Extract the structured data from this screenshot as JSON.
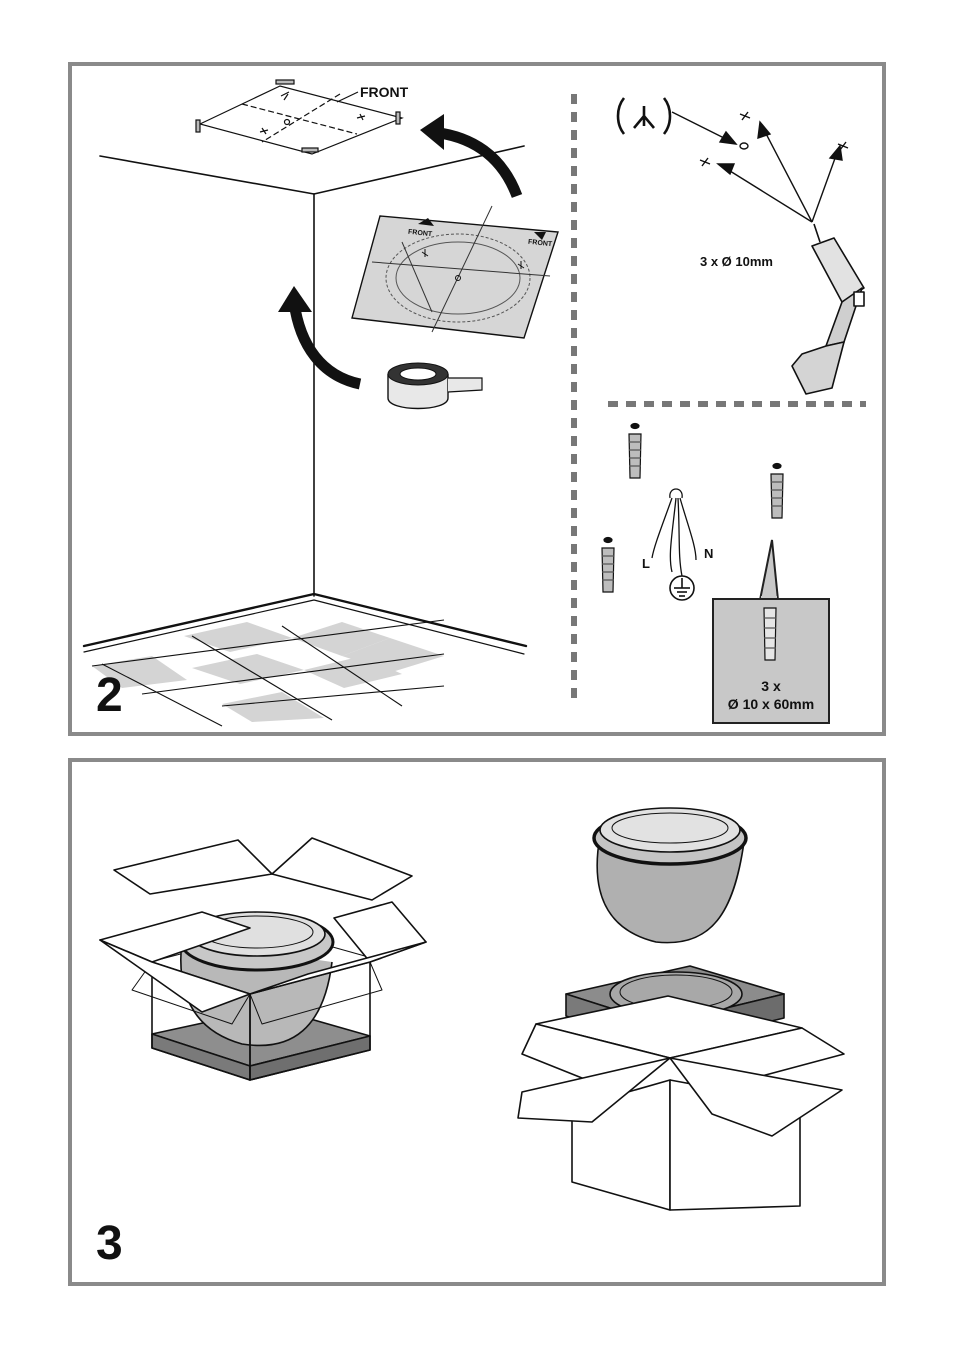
{
  "page": {
    "panels": [
      {
        "id": "panel-2",
        "step_number": "2",
        "labels": {
          "front": "FRONT",
          "template_front_left": "FRONT",
          "template_front_right": "FRONT",
          "drill_spec": "3 x Ø 10mm",
          "wire_live": "L",
          "wire_neutral": "N",
          "callout_line1": "3 x",
          "callout_line2": "Ø 10 x 60mm"
        },
        "icons": [
          "ceiling-hook-icon",
          "drill-icon",
          "tape-roll-icon",
          "paper-template-icon",
          "wall-plug-icon",
          "earth-ground-icon"
        ]
      },
      {
        "id": "panel-3",
        "step_number": "3",
        "icons": [
          "open-box-icon",
          "hood-unit-icon",
          "packaging-insert-icon"
        ]
      }
    ],
    "colors": {
      "frame": "#8a8a8a",
      "fill_gray": "#c8c8c8",
      "dark_gray": "#9a9a9a",
      "line": "#111111"
    }
  }
}
